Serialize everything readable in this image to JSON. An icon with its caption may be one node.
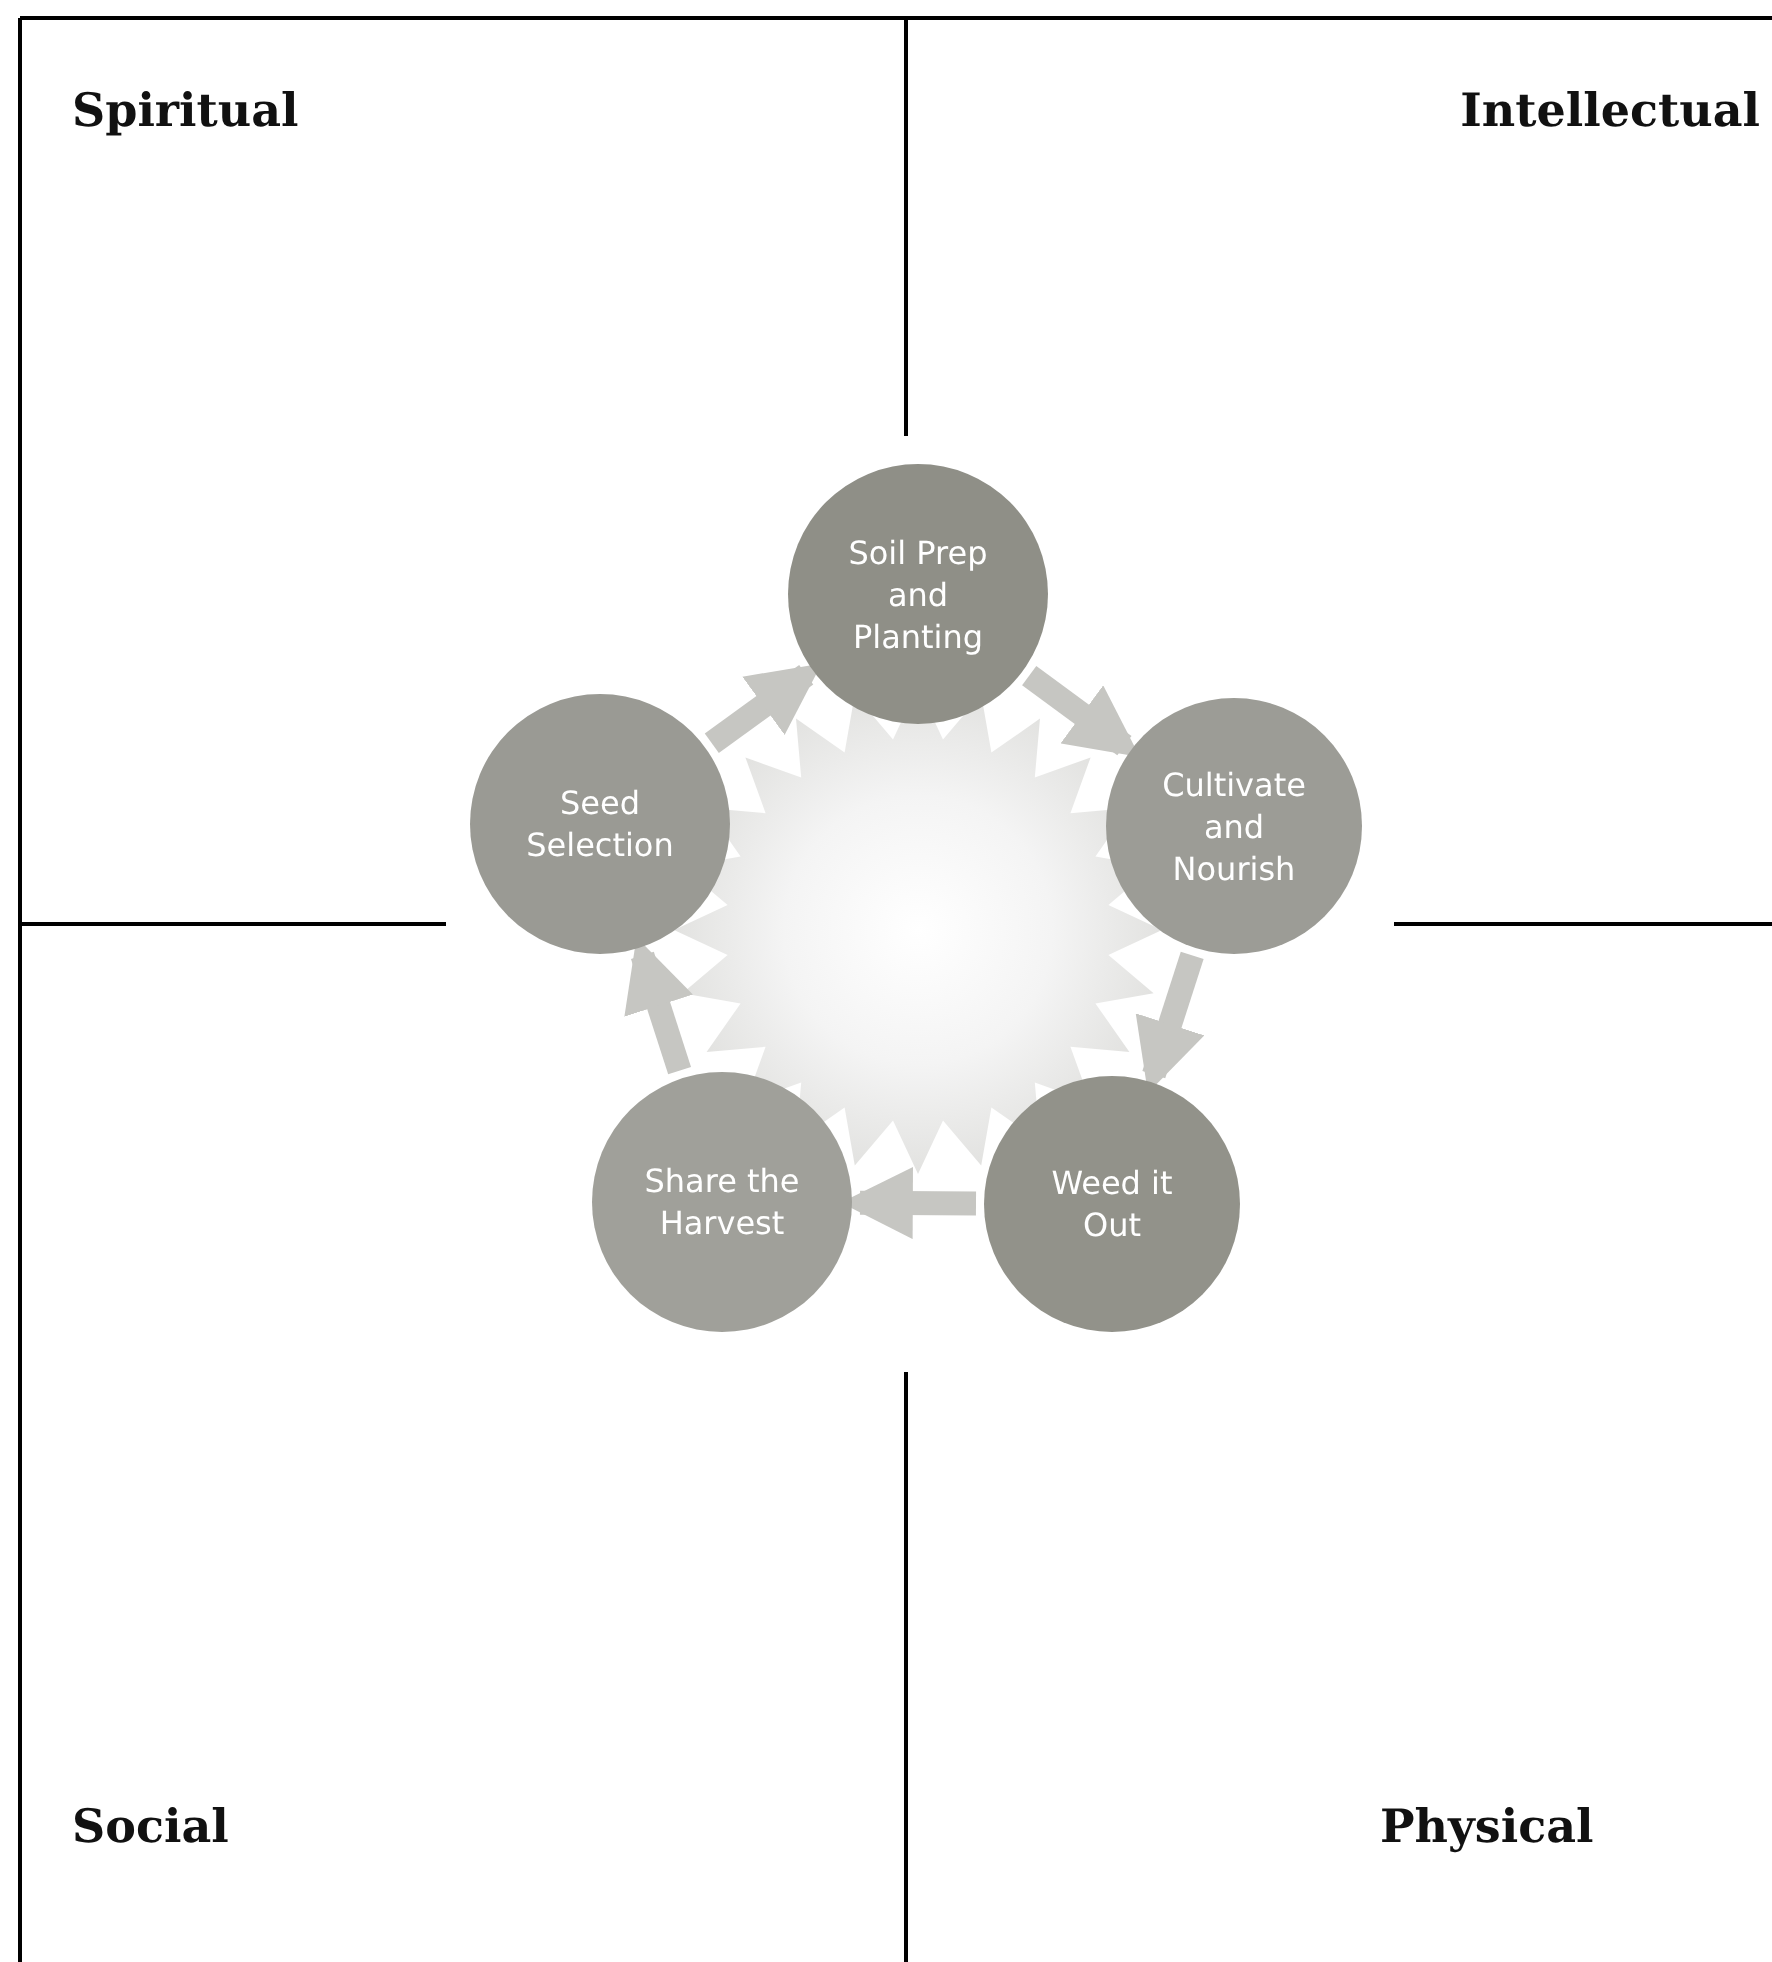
{
  "diagram": {
    "nodes": [
      {
        "text": [
          "Soil Prep and Planting"
        ]
      },
      {
        "text": [
          "Seed Selection"
        ]
      },
      {
        "text": [
          "Cultivate and Nourish"
        ]
      },
      {
        "text": [
          "Share the Harvest"
        ]
      },
      {
        "text": [
          "Weed it Out"
        ]
      }
    ],
    "edges": [
      {
        "from": 0,
        "to": 2,
        "arrow": "to"
      },
      {
        "from": 2,
        "to": 4,
        "arrow": "to"
      },
      {
        "from": 4,
        "to": 3,
        "arrow": "to"
      },
      {
        "from": 3,
        "to": 1,
        "arrow": "to"
      },
      {
        "from": 1,
        "to": 0,
        "arrow": "to"
      }
    ],
    "labels": [
      "Spiritual",
      "Intellectual",
      "Social",
      "Physical"
    ]
  }
}
